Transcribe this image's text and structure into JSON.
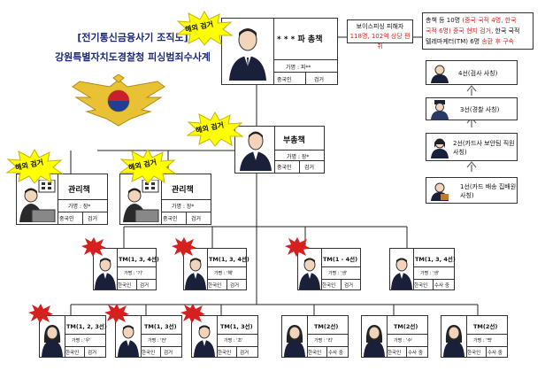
{
  "header": {
    "title": "[전기통신금융사기 조직도]",
    "subtitle": "강원특별자치도경찰청 피싱범죄수사계"
  },
  "badges": {
    "overseas_arrest": "해외 검거"
  },
  "boss": {
    "role": "* * * 파 총책",
    "name": "가명 : 피**",
    "nationality": "중국인",
    "status": "검거"
  },
  "victim_info": {
    "line1": "보이스피싱 피해자",
    "line2": "118명, 102억 상당 편취"
  },
  "summary": {
    "l1a": "총책 등 10명",
    "l1b": "(중국 국적 4명, 한국",
    "l1c": "",
    "l2a": "국적 6명)",
    "l2b": "중국 현지 검거",
    "l2c": ", 한국 국적",
    "l3a": "텔레마케터(TM) 6명",
    "l3b": "송환 후 구속"
  },
  "flow": [
    {
      "label": "4선(검사 사칭)"
    },
    {
      "label": "3선(경찰 사칭)"
    },
    {
      "label": "2선(카드사 보안팀 직원 사칭)"
    },
    {
      "label": "1선(카드 배송 집배원 사칭)"
    }
  ],
  "vice": {
    "role": "부총책",
    "name": "가명 : 장*",
    "nationality": "중국인",
    "status": "검거"
  },
  "managers": [
    {
      "role": "관리책",
      "name": "가명 : 장*",
      "nationality": "중국인",
      "status": "검거"
    },
    {
      "role": "관리책",
      "name": "가명 : 장*",
      "nationality": "중국인",
      "status": "검거"
    }
  ],
  "tm_row1": [
    {
      "role": "TM(1, 3, 4선)",
      "name": "가명 : '기'",
      "nationality": "한국인",
      "status": "검거"
    },
    {
      "role": "TM(1, 3, 4선)",
      "name": "가명 : '해'",
      "nationality": "한국인",
      "status": "검거"
    },
    {
      "role": "TM(1 - 4선)",
      "name": "가명 : '생'",
      "nationality": "한국인",
      "status": "검거"
    },
    {
      "role": "TM(1, 3, 4선)",
      "name": "가명 : '생'",
      "nationality": "한국인",
      "status": "수사 중"
    }
  ],
  "tm_row2": [
    {
      "role": "TM(1, 2, 3선)",
      "name": "가명 : '우'",
      "nationality": "한국인",
      "status": "검거"
    },
    {
      "role": "TM(1, 3선)",
      "name": "가명 : '전'",
      "nationality": "한국인",
      "status": "검거"
    },
    {
      "role": "TM(1, 3선)",
      "name": "가명 : '조'",
      "nationality": "한국인",
      "status": "검거"
    },
    {
      "role": "TM(2선)",
      "name": "가명 : '리'",
      "nationality": "한국인",
      "status": "수사 중"
    },
    {
      "role": "TM(2선)",
      "name": "가명 : '수'",
      "nationality": "한국인",
      "status": "수사 중"
    },
    {
      "role": "TM(2선)",
      "name": "가명 : '백'",
      "nationality": "한국인",
      "status": "수사 중"
    }
  ],
  "colors": {
    "accent_red": "#d62020",
    "accent_blue": "#1b2a78",
    "burst_yellow": "#ffff00",
    "burst_red": "#d62020"
  }
}
